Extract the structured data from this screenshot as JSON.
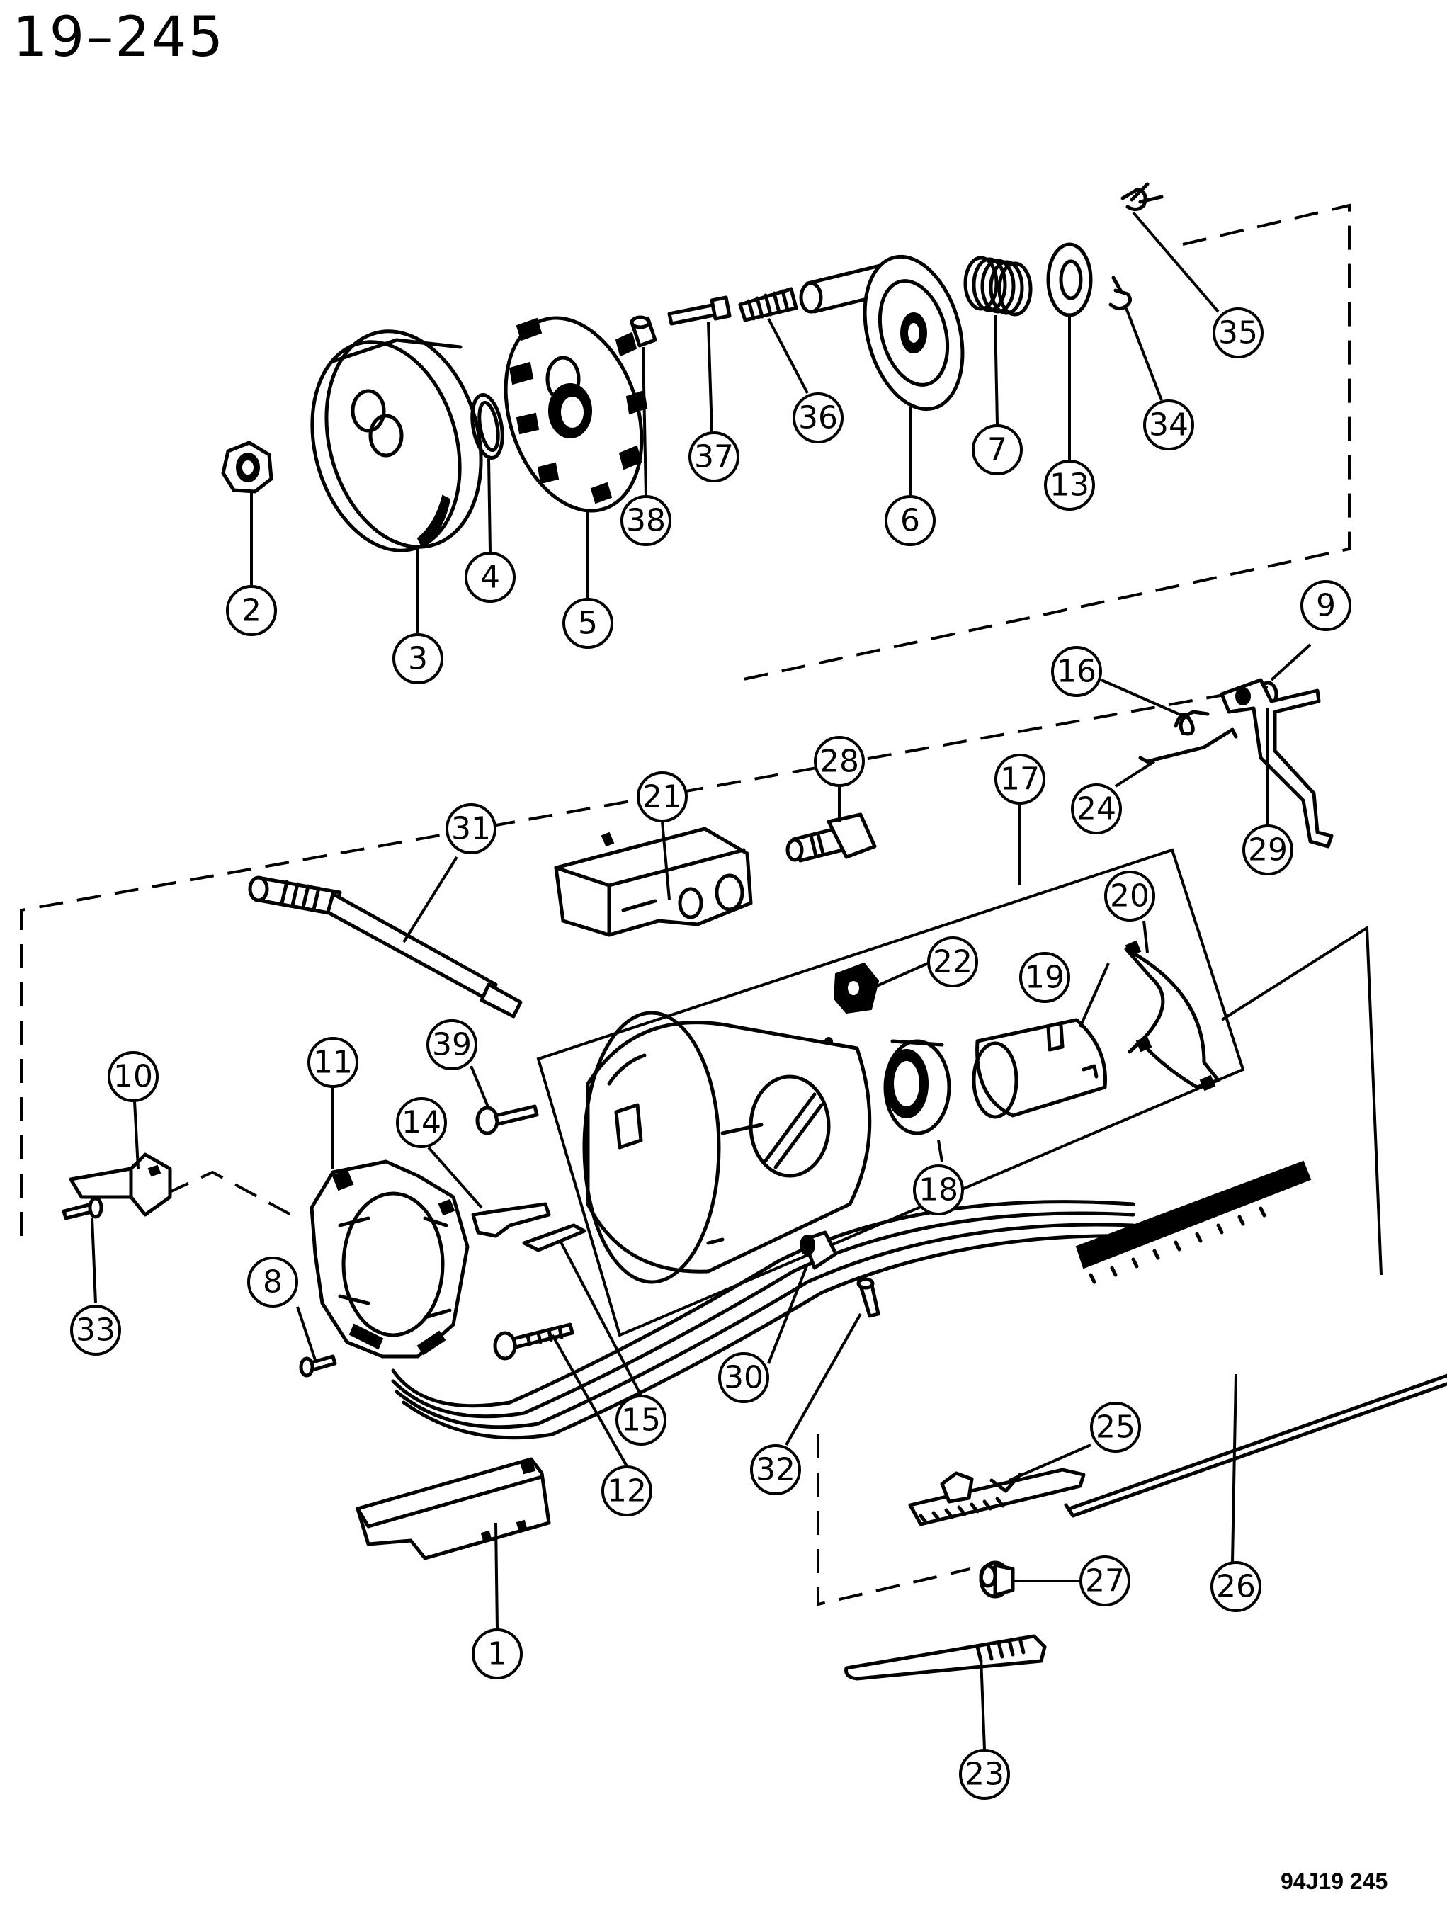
{
  "page": {
    "number": "19–245",
    "drawing_code": "94J19 245"
  },
  "callouts": [
    {
      "id": "c1",
      "label": "1"
    },
    {
      "id": "c2",
      "label": "2"
    },
    {
      "id": "c3",
      "label": "3"
    },
    {
      "id": "c4",
      "label": "4"
    },
    {
      "id": "c5",
      "label": "5"
    },
    {
      "id": "c6",
      "label": "6"
    },
    {
      "id": "c7",
      "label": "7"
    },
    {
      "id": "c8",
      "label": "8"
    },
    {
      "id": "c9",
      "label": "9"
    },
    {
      "id": "c10",
      "label": "10"
    },
    {
      "id": "c11",
      "label": "11"
    },
    {
      "id": "c12",
      "label": "12"
    },
    {
      "id": "c13",
      "label": "13"
    },
    {
      "id": "c14",
      "label": "14"
    },
    {
      "id": "c15",
      "label": "15"
    },
    {
      "id": "c16",
      "label": "16"
    },
    {
      "id": "c17",
      "label": "17"
    },
    {
      "id": "c18",
      "label": "18"
    },
    {
      "id": "c19",
      "label": "19"
    },
    {
      "id": "c20",
      "label": "20"
    },
    {
      "id": "c21",
      "label": "21"
    },
    {
      "id": "c22",
      "label": "22"
    },
    {
      "id": "c23",
      "label": "23"
    },
    {
      "id": "c24",
      "label": "24"
    },
    {
      "id": "c25",
      "label": "25"
    },
    {
      "id": "c26",
      "label": "26"
    },
    {
      "id": "c27",
      "label": "27"
    },
    {
      "id": "c28",
      "label": "28"
    },
    {
      "id": "c29",
      "label": "29"
    },
    {
      "id": "c30",
      "label": "30"
    },
    {
      "id": "c31",
      "label": "31"
    },
    {
      "id": "c32",
      "label": "32"
    },
    {
      "id": "c33",
      "label": "33"
    },
    {
      "id": "c34",
      "label": "34"
    },
    {
      "id": "c35",
      "label": "35"
    },
    {
      "id": "c36",
      "label": "36"
    },
    {
      "id": "c37",
      "label": "37"
    },
    {
      "id": "c38",
      "label": "38"
    },
    {
      "id": "c39",
      "label": "39"
    }
  ]
}
